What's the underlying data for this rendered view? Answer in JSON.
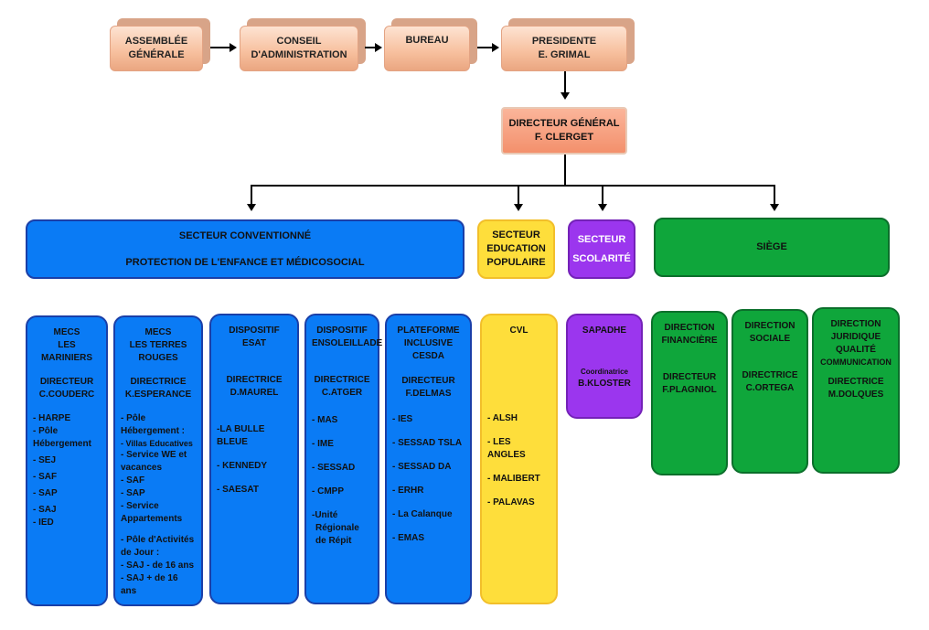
{
  "top_row": [
    {
      "line1": "ASSEMBLÉE",
      "line2": "GÉNÉRALE"
    },
    {
      "line1": "CONSEIL",
      "line2": "D'ADMINISTRATION"
    },
    {
      "line1": "BUREAU",
      "line2": ""
    },
    {
      "line1": "PRESIDENTE",
      "line2": "E. GRIMAL"
    }
  ],
  "dg": {
    "line1": "DIRECTEUR GÉNÉRAL",
    "line2": "F. CLERGET"
  },
  "sectors": {
    "conventionne": {
      "line1": "SECTEUR CONVENTIONNÉ",
      "line2": "PROTECTION DE L'ENFANCE  ET MÉDICOSOCIAL"
    },
    "education": {
      "line1": "SECTEUR",
      "line2": "EDUCATION",
      "line3": "POPULAIRE"
    },
    "scolarite": {
      "line1": "SECTEUR",
      "line2": "SCOLARITÉ"
    },
    "siege": {
      "line1": "SIÈGE"
    }
  },
  "columns": {
    "mecs_mariniers": {
      "title": [
        "MECS",
        "LES",
        "MARINIERS"
      ],
      "director": [
        "DIRECTEUR",
        "C.COUDERC"
      ],
      "items": [
        "- HARPE",
        "- Pôle",
        "Hébergement",
        "- SEJ",
        "- SAF",
        "- SAP",
        "- SAJ",
        "- IED"
      ]
    },
    "mecs_terres_rouges": {
      "title": [
        "MECS",
        "LES TERRES",
        "ROUGES"
      ],
      "director": [
        "DIRECTRICE",
        "K.ESPERANCE"
      ],
      "items": [
        "- Pôle",
        "Hébergement :",
        "- Villas Educatives",
        "- Service WE et",
        "vacances",
        "- SAF",
        "- SAP",
        "- Service",
        "Appartements",
        "",
        "- Pôle d'Activités",
        "de Jour :",
        "- SAJ -  de 16 ans",
        "- SAJ + de 16 ans"
      ]
    },
    "esat": {
      "title": [
        "DISPOSITIF",
        "ESAT"
      ],
      "director": [
        "DIRECTRICE",
        "D.MAUREL"
      ],
      "items": [
        "-LA BULLE BLEUE",
        "- KENNEDY",
        "- SAESAT"
      ]
    },
    "ensoleillade": {
      "title": [
        "DISPOSITIF",
        "ENSOLEILLADE"
      ],
      "director": [
        "DIRECTRICE",
        "C.ATGER"
      ],
      "items": [
        "- MAS",
        "- IME",
        "- SESSAD",
        "- CMPP",
        "-Unité",
        "Régionale",
        "de Répit"
      ]
    },
    "cesda": {
      "title": [
        "PLATEFORME",
        "INCLUSIVE",
        "CESDA"
      ],
      "director": [
        "DIRECTEUR",
        "F.DELMAS"
      ],
      "items": [
        "- IES",
        "- SESSAD TSLA",
        "- SESSAD DA",
        "- ERHR",
        "- La Calanque",
        "- EMAS"
      ]
    },
    "cvl": {
      "title": [
        "CVL"
      ],
      "items": [
        "- ALSH",
        "- LES ANGLES",
        "- MALIBERT",
        "- PALAVAS"
      ]
    },
    "sapadhe": {
      "title": [
        "SAPADHE"
      ],
      "role": "Coordinatrice",
      "name": "B.KLOSTER"
    },
    "dir_fin": {
      "title": [
        "DIRECTION",
        "FINANCIÈRE"
      ],
      "director": [
        "DIRECTEUR",
        "F.PLAGNIOL"
      ]
    },
    "dir_soc": {
      "title": [
        "DIRECTION",
        "SOCIALE"
      ],
      "director": [
        "DIRECTRICE",
        "C.ORTEGA"
      ]
    },
    "dir_jur": {
      "title": [
        "DIRECTION",
        "JURIDIQUE",
        "QUALITÉ",
        "COMMUNICATION"
      ],
      "director": [
        "DIRECTRICE",
        "M.DOLQUES"
      ]
    }
  },
  "colors": {
    "blue": "#0a7bf5",
    "yellow": "#fede3b",
    "purple": "#9b36ee",
    "green": "#0fa63b",
    "salmon": "#f3906c",
    "peach": "#f7bf9d"
  }
}
